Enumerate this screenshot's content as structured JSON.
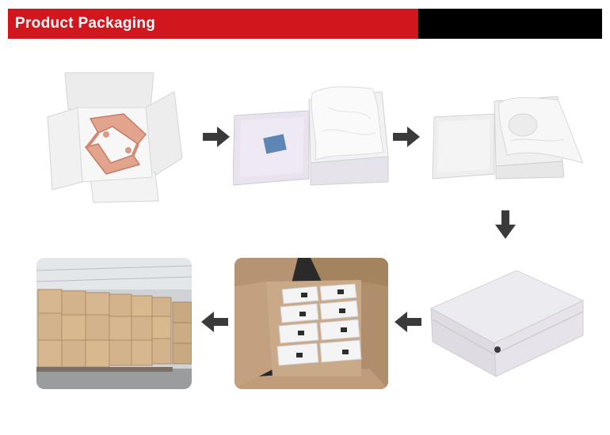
{
  "header": {
    "title": "Product Packaging",
    "accent_color": "#d2161d",
    "bar_color": "#000000"
  },
  "steps": [
    {
      "name": "shoes-in-open-box"
    },
    {
      "name": "box-with-tissue-paper"
    },
    {
      "name": "tissue-wrapped-shoes-in-box"
    },
    {
      "name": "closed-shoe-box"
    },
    {
      "name": "boxes-in-carton"
    },
    {
      "name": "cartons-on-pallets-warehouse"
    }
  ],
  "arrows": [
    {
      "name": "arrow-right-icon",
      "direction": "right"
    },
    {
      "name": "arrow-right-icon",
      "direction": "right"
    },
    {
      "name": "arrow-down-icon",
      "direction": "down"
    },
    {
      "name": "arrow-left-icon",
      "direction": "left"
    },
    {
      "name": "arrow-left-icon",
      "direction": "left"
    }
  ],
  "arrow_color": "#3a3a3a"
}
